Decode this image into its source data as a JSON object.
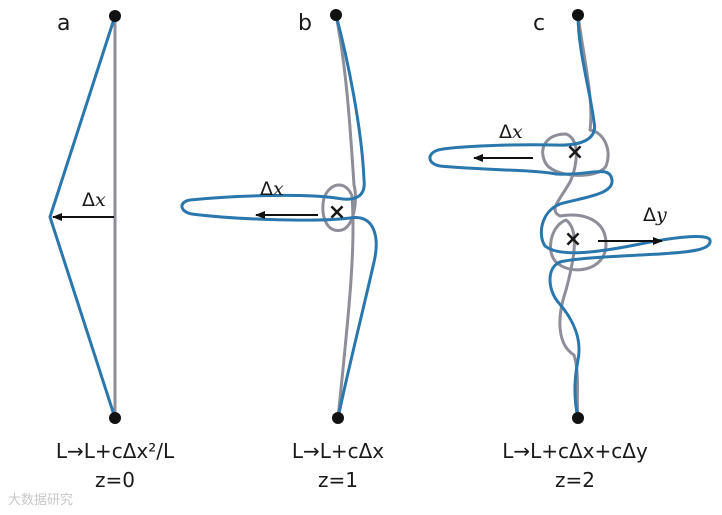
{
  "panels": [
    {
      "letter": "a",
      "displacements": [
        {
          "symbol": "Δ",
          "var": "x"
        }
      ],
      "formula": "L→L+cΔx²/L",
      "z": "z=0"
    },
    {
      "letter": "b",
      "displacements": [
        {
          "symbol": "Δ",
          "var": "x"
        }
      ],
      "formula": "L→L+cΔx",
      "z": "z=1"
    },
    {
      "letter": "c",
      "displacements": [
        {
          "symbol": "Δ",
          "var": "x"
        },
        {
          "symbol": "Δ",
          "var": "y"
        }
      ],
      "formula": "L→L+cΔx+cΔy",
      "z": "z=2"
    }
  ],
  "marker": "×",
  "colors": {
    "blue": "#2a77ad",
    "gray": "#8e8e9a",
    "black": "#111111"
  },
  "watermark": "大数据研究"
}
